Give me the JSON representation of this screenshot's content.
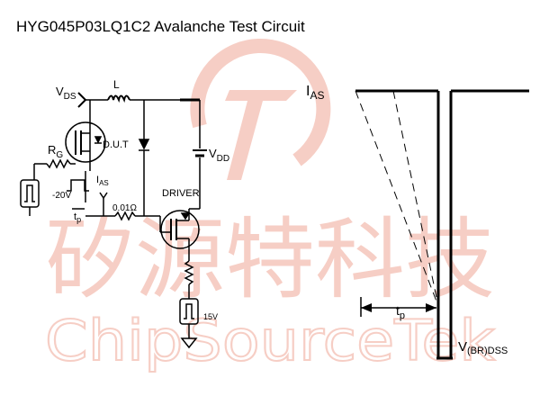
{
  "title": "HYG045P03LQ1C2 Avalanche Test Circuit",
  "colors": {
    "line": "#000000",
    "watermark": "#f6c9bf"
  },
  "circuit": {
    "vds": {
      "main": "V",
      "sub": "DS"
    },
    "inductor": "L",
    "rg": {
      "main": "R",
      "sub": "G"
    },
    "dut": "D.U.T",
    "vdd": {
      "main": "V",
      "sub": "DD"
    },
    "ias": {
      "main": "I",
      "sub": "AS"
    },
    "gate_voltage": "-20V",
    "tp": {
      "main": "t",
      "sub": "p"
    },
    "sense_resistor": "0.01Ω",
    "driver": "DRIVER",
    "supply_15v": "15V"
  },
  "waveform": {
    "ias": {
      "main": "I",
      "sub": "AS"
    },
    "tp": {
      "main": "t",
      "sub": "p"
    },
    "vbr": {
      "main": "V",
      "sub1": "(BR)",
      "sub2": "DSS"
    }
  },
  "watermark": {
    "cn": "矽源特科技",
    "en": "ChipSourceTek",
    "logo_icon": "chipsourcetek-logo-icon"
  }
}
